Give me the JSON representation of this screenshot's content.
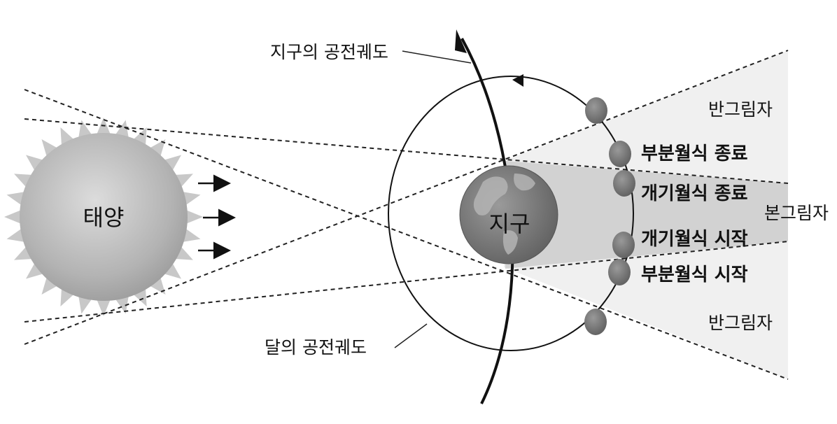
{
  "labels": {
    "sun": "태양",
    "earth": "지구",
    "earth_orbit": "지구의 공전궤도",
    "moon_orbit": "달의 공전궤도",
    "penumbra_top": "반그림자",
    "penumbra_bottom": "반그림자",
    "umbra": "본그림자",
    "partial_end": "부분월식 종료",
    "total_end": "개기월식 종료",
    "total_start": "개기월식 시작",
    "partial_start": "부분월식 시작"
  },
  "colors": {
    "sun_fill": "#bdbdbd",
    "sun_rays": "#c8c8c8",
    "earth_fill": "#7a7a7a",
    "moon_fill": "#777777",
    "penumbra_fill": "#f0f0f0",
    "umbra_fill": "#d2d2d2"
  }
}
